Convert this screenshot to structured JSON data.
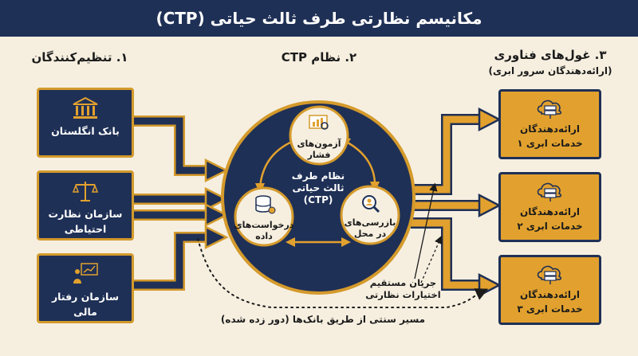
{
  "title": "مکانیسم نظارتی طرف ثالث حیاتی (CTP)",
  "headers": {
    "regulators": "۱. تنظیم‌کنندگان",
    "ctp": "۲. نظام CTP",
    "providers": "۳. غول‌های فناوری",
    "providers_sub": "(ارائه‌دهندگان سرور ابری)"
  },
  "regulators": [
    {
      "label": "بانک انگلستان",
      "icon": "bank-icon"
    },
    {
      "label": "سازمان نظارت احتیاطی",
      "icon": "scales-icon"
    },
    {
      "label": "سازمان رفتار مالی",
      "icon": "presenter-chart-icon"
    }
  ],
  "ctp": {
    "center": "نظام طرف ثالث حیاتی (CTP)",
    "nodes": [
      {
        "label": "آزمون‌های فشار",
        "icon": "stress-test-chart-icon"
      },
      {
        "label": "بازرسی‌های در محل",
        "icon": "magnifier-person-icon"
      },
      {
        "label": "درخواست‌های داده",
        "icon": "database-gear-icon"
      }
    ]
  },
  "providers": [
    {
      "label": "ارائه‌دهندگان خدمات ابری ۱",
      "icon": "cloud-server-icon"
    },
    {
      "label": "ارائه‌دهندگان خدمات ابری ۲",
      "icon": "cloud-server-icon"
    },
    {
      "label": "ارائه‌دهندگان خدمات ابری ۳",
      "icon": "cloud-server-icon"
    }
  ],
  "annotations": {
    "direct_flow": "جریان مستقیم اختیارات نظارتی",
    "bypass": "مسیر سنتی از طریق بانک‌ها (دور زده شده)"
  },
  "colors": {
    "navy": "#1f3056",
    "gold": "#e2a12e",
    "bg": "#f6efe0"
  }
}
